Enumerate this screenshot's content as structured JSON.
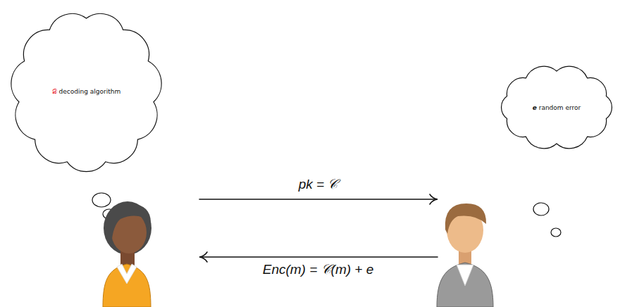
{
  "diagram": {
    "nodes": [
      {
        "text": [
          "𝒟 decoding algorithm"
        ]
      },
      {
        "text": [
          "e random error"
        ]
      }
    ],
    "labels": [
      "pk = 𝒞",
      "Enc(m) = 𝒞(m) + e"
    ]
  }
}
